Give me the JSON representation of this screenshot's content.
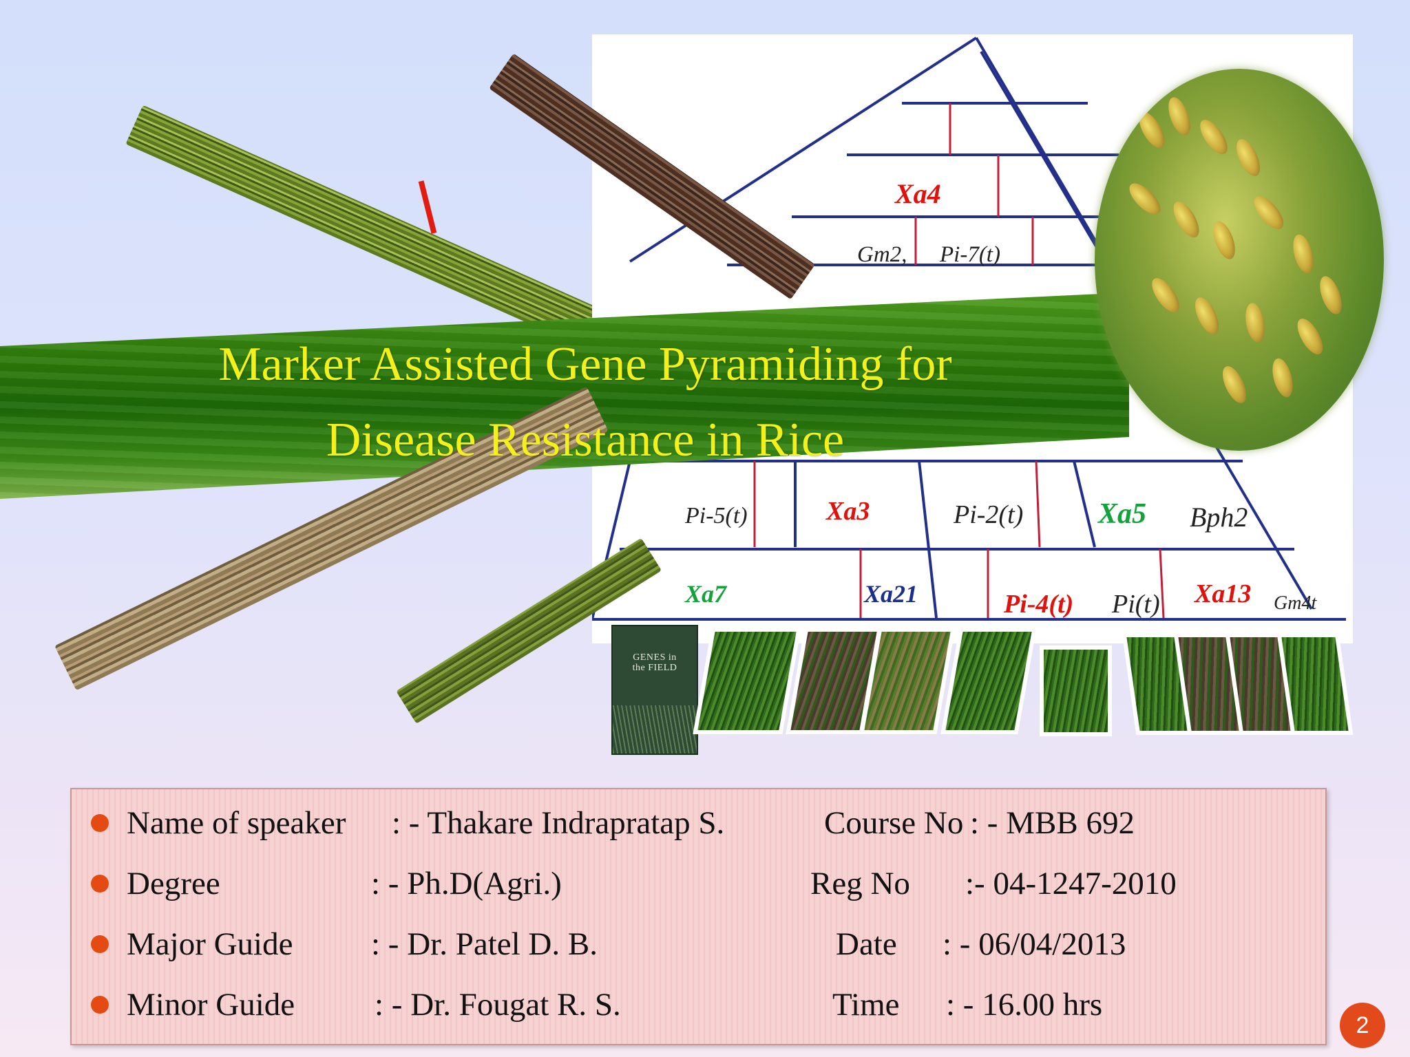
{
  "title": {
    "line1": "Marker Assisted Gene Pyramiding for",
    "line2": "Disease Resistance in Rice"
  },
  "pyramid": {
    "genes": {
      "xa4": "Xa4",
      "gm2": "Gm2,",
      "pi7": "Pi-7(t)",
      "pi5": "Pi-5(t)",
      "xa3": "Xa3",
      "pi2": "Pi-2(t)",
      "xa5": "Xa5",
      "bph2": "Bph2",
      "xa7": "Xa7",
      "xa21": "Xa21",
      "pi4": "Pi-4(t)",
      "pit": "Pi(t)",
      "xa13": "Xa13",
      "gm4t": "Gm4t"
    }
  },
  "book": {
    "title_line1": "GENES in",
    "title_line2": "the FIELD"
  },
  "info": {
    "rows": [
      {
        "left_label": "Name of speaker",
        "left_value": ": - Thakare  Indrapratap S.",
        "right_label": "Course No",
        "right_value": ": - MBB 692"
      },
      {
        "left_label": "Degree",
        "left_value": ": - Ph.D(Agri.)",
        "right_label": "Reg No",
        "right_value": ":- 04-1247-2010"
      },
      {
        "left_label": "Major Guide",
        "left_value": ": - Dr. Patel D. B.",
        "right_label": "Date",
        "right_value": ": - 06/04/2013"
      },
      {
        "left_label": "Minor Guide",
        "left_value": ": - Dr. Fougat  R. S.",
        "right_label": "Time",
        "right_value": ": - 16.00 hrs"
      }
    ]
  },
  "page_number": "2",
  "colors": {
    "title": "#f3f01a",
    "banner": "#2f7d0c",
    "info_box": "#f7d2d2",
    "bullet": "#e34b12",
    "page_badge": "#e24a1b",
    "gene_red": "#e0120d",
    "gene_green": "#14a33a",
    "gene_blue": "#1a2f8a"
  }
}
